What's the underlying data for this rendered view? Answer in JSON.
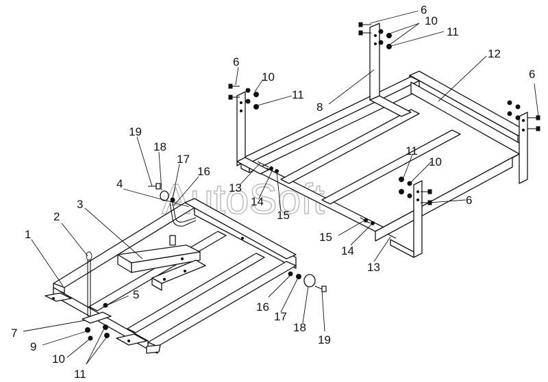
{
  "watermark": "AutoSoft",
  "callouts": {
    "c1": "1",
    "c2": "2",
    "c3": "3",
    "c4": "4",
    "c5": "5",
    "c6a": "6",
    "c6b": "6",
    "c6c": "6",
    "c6d": "6",
    "c7": "7",
    "c8": "8",
    "c9": "9",
    "c10a": "10",
    "c10b": "10",
    "c10c": "10",
    "c10d": "10",
    "c11a": "11",
    "c11b": "11",
    "c11c": "11",
    "c11d": "11",
    "c12": "12",
    "c13a": "13",
    "c13b": "13",
    "c14a": "14",
    "c14b": "14",
    "c15a": "15",
    "c15b": "15",
    "c16a": "16",
    "c16b": "16",
    "c17a": "17",
    "c17b": "17",
    "c18a": "18",
    "c18b": "18",
    "c19a": "19",
    "c19b": "19"
  }
}
